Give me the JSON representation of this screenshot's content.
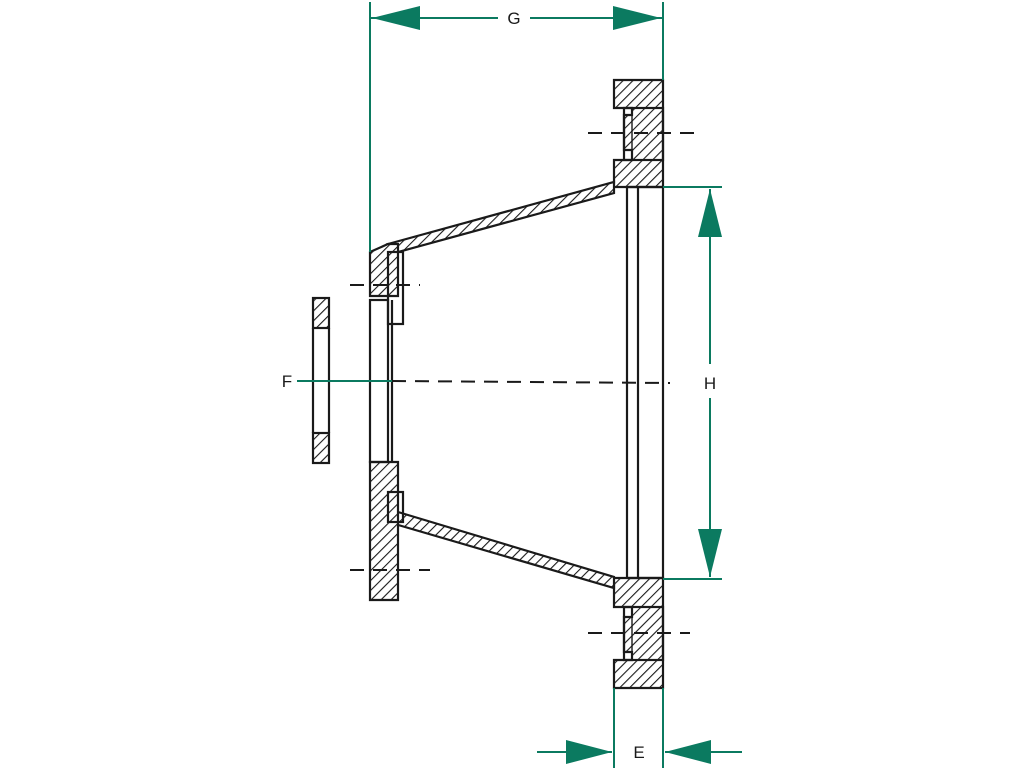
{
  "diagram": {
    "dimension_labels": {
      "g": "G",
      "h": "H",
      "e": "E",
      "f": "F"
    },
    "colors": {
      "dimension": "#0b7a60",
      "line": "#1a1a1a",
      "background": "#ffffff"
    }
  }
}
